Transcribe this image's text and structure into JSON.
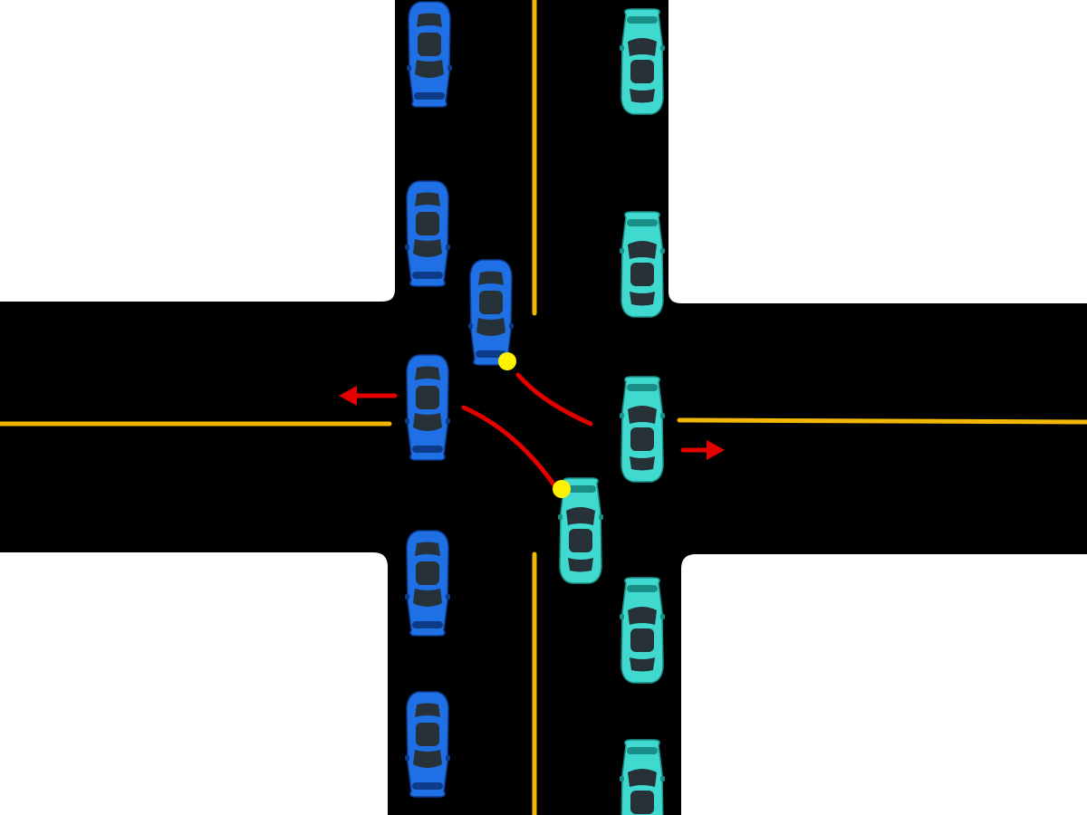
{
  "colors": {
    "background": "#ffffff",
    "road": "#000000",
    "lane_marking": "#f2b705",
    "blue_car_body": "#1f6fe5",
    "blue_car_dark": "#0e3a8a",
    "teal_car_body": "#3fd9cf",
    "teal_car_dark": "#1a8f87",
    "car_glass": "#263238",
    "path_line": "#e50000",
    "arrow": "#e50000",
    "marker_dot": "#fff200"
  },
  "vehicles": [
    {
      "id": "blue-car-1",
      "color": "blue",
      "heading": "south"
    },
    {
      "id": "blue-car-2",
      "color": "blue",
      "heading": "south"
    },
    {
      "id": "blue-car-3",
      "color": "blue",
      "heading": "south"
    },
    {
      "id": "blue-car-4",
      "color": "blue",
      "heading": "south"
    },
    {
      "id": "blue-car-5",
      "color": "blue",
      "heading": "south"
    },
    {
      "id": "blue-car-6",
      "color": "blue",
      "heading": "south"
    },
    {
      "id": "teal-car-1",
      "color": "teal",
      "heading": "north"
    },
    {
      "id": "teal-car-2",
      "color": "teal",
      "heading": "north"
    },
    {
      "id": "teal-car-3",
      "color": "teal",
      "heading": "north"
    },
    {
      "id": "teal-car-4",
      "color": "teal",
      "heading": "north"
    },
    {
      "id": "teal-car-5",
      "color": "teal",
      "heading": "north"
    },
    {
      "id": "teal-car-6",
      "color": "teal",
      "heading": "north"
    }
  ],
  "arrows": [
    {
      "id": "left-exit-arrow",
      "direction": "west"
    },
    {
      "id": "right-exit-arrow",
      "direction": "east"
    }
  ]
}
